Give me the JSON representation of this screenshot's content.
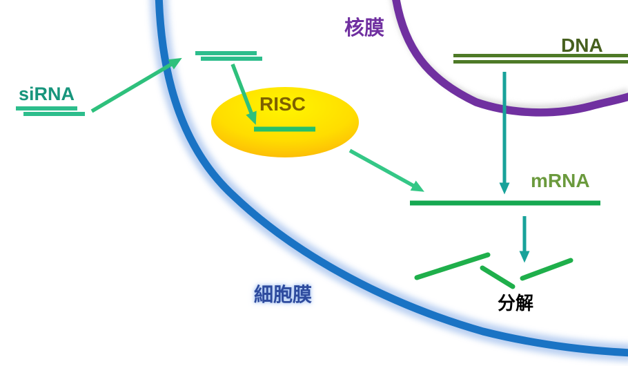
{
  "diagram": {
    "labels": {
      "sirna": "siRNA",
      "nuclear_membrane": "核膜",
      "dna": "DNA",
      "risc": "RISC",
      "mrna": "mRNA",
      "degradation": "分解",
      "cell_membrane": "細胞膜"
    },
    "colors": {
      "cell_membrane_stroke": "#1A73C4",
      "cell_membrane_glow": "#A9C4EE",
      "cell_membrane_text": "#2E4B9E",
      "nuclear_membrane_stroke": "#7030A0",
      "nuclear_membrane_shadow": "#CCCCCC",
      "nuclear_membrane_text": "#7030A0",
      "dna_strand": "#4E7A27",
      "dna_text": "#47601F",
      "mrna_strand": "#15A851",
      "mrna_text": "#6B9A3D",
      "sirna_strand": "#2DBD8C",
      "sirna_text": "#17957C",
      "risc_fill_top": "#FFF500",
      "risc_fill_mid": "#FFDD00",
      "risc_fill_bottom": "#FAA10C",
      "risc_text": "#7E6000",
      "risc_guide_strand": "#25C06A",
      "fragment_stroke": "#1FAF4B",
      "degradation_text": "#000000",
      "arrow_green": "#2EC07C",
      "arrow_mint": "#34C786",
      "arrow_teal": "#18A29A"
    }
  }
}
